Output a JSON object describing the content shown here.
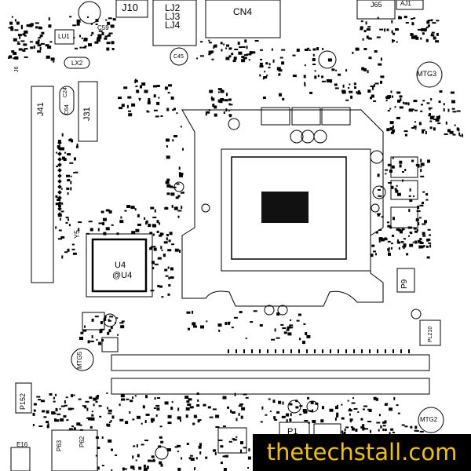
{
  "board": {
    "labels": {
      "j10": "J10",
      "lj2": "LJ2",
      "lj3": "LJ3",
      "lj4": "LJ4",
      "cn4": "CN4",
      "j65": "J65",
      "aj1": "AJ1",
      "lu1": "LU1",
      "c59": "C59",
      "lx2": "LX2",
      "j6": "J6",
      "c45": "C45",
      "mtg3": "MTG3",
      "j41": "J41",
      "c24": "C24",
      "c64": "C64",
      "j31": "J31",
      "y5": "Y5",
      "u4": "U4",
      "at_u4": "@U4",
      "p9": "P9",
      "pl210": "PL210",
      "mtg5": "MTG5",
      "p152": "P152",
      "e16": "E16",
      "p63": "P63",
      "p62": "P62",
      "p1": "P1",
      "mtg2": "MTG2"
    },
    "watermark": "thetechstall.com"
  }
}
